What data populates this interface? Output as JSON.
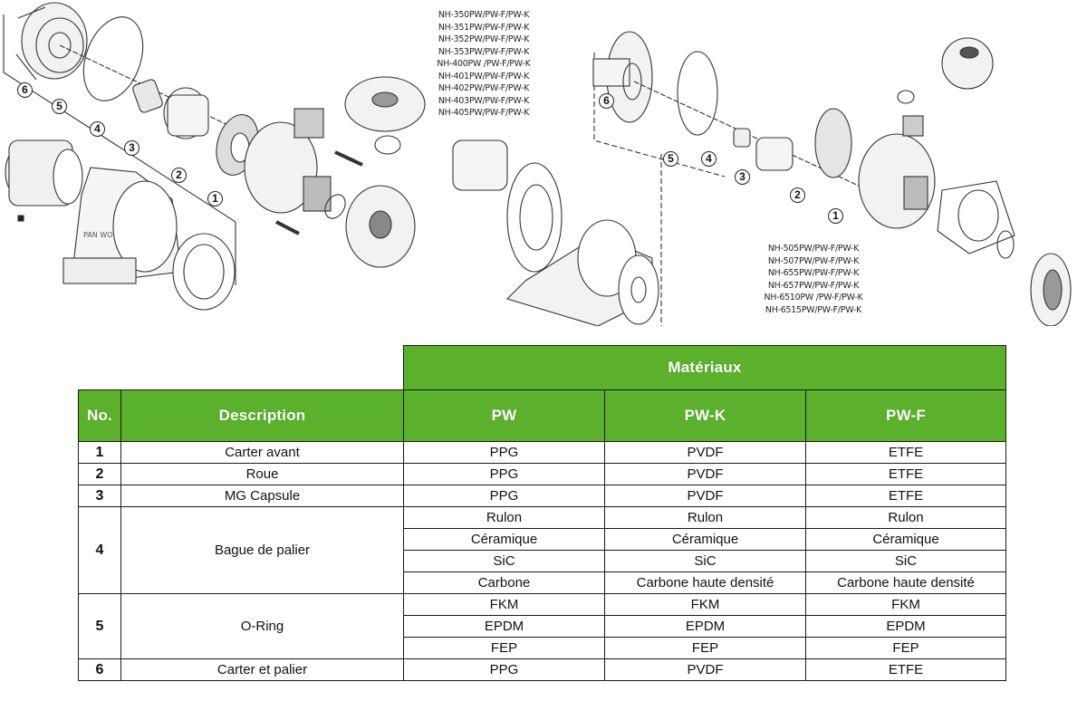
{
  "diagrams": {
    "left": {
      "models": [
        "NH-350PW/PW-F/PW-K",
        "NH-351PW/PW-F/PW-K",
        "NH-352PW/PW-F/PW-K",
        "NH-353PW/PW-F/PW-K",
        "NH-400PW /PW-F/PW-K",
        "NH-401PW/PW-F/PW-K",
        "NH-402PW/PW-F/PW-K",
        "NH-403PW/PW-F/PW-K",
        "NH-405PW/PW-F/PW-K"
      ],
      "motor_label": "PAN WO",
      "callouts": [
        "1",
        "2",
        "3",
        "4",
        "5",
        "6"
      ]
    },
    "right": {
      "models": [
        "NH-505PW/PW-F/PW-K",
        "NH-507PW/PW-F/PW-K",
        "NH-655PW/PW-F/PW-K",
        "NH-657PW/PW-F/PW-K",
        "NH-6510PW /PW-F/PW-K",
        "NH-6515PW/PW-F/PW-K"
      ],
      "callouts": [
        "1",
        "2",
        "3",
        "4",
        "5",
        "6"
      ]
    }
  },
  "table": {
    "group_header": "Matériaux",
    "columns": {
      "no": "No.",
      "description": "Description",
      "pw": "PW",
      "pwk": "PW-K",
      "pwf": "PW-F"
    },
    "header_color": "#5bb02c",
    "rows": [
      {
        "no": "1",
        "description": "Carter avant",
        "materials": [
          [
            "PPG",
            "PVDF",
            "ETFE"
          ]
        ]
      },
      {
        "no": "2",
        "description": "Roue",
        "materials": [
          [
            "PPG",
            "PVDF",
            "ETFE"
          ]
        ]
      },
      {
        "no": "3",
        "description": "MG Capsule",
        "materials": [
          [
            "PPG",
            "PVDF",
            "ETFE"
          ]
        ]
      },
      {
        "no": "4",
        "description": "Bague de palier",
        "materials": [
          [
            "Rulon",
            "Rulon",
            "Rulon"
          ],
          [
            "Céramique",
            "Céramique",
            "Céramique"
          ],
          [
            "SiC",
            "SiC",
            "SiC"
          ],
          [
            "Carbone",
            "Carbone haute densité",
            "Carbone haute densité"
          ]
        ]
      },
      {
        "no": "5",
        "description": "O-Ring",
        "materials": [
          [
            "FKM",
            "FKM",
            "FKM"
          ],
          [
            "EPDM",
            "EPDM",
            "EPDM"
          ],
          [
            "FEP",
            "FEP",
            "FEP"
          ]
        ]
      },
      {
        "no": "6",
        "description": "Carter et palier",
        "materials": [
          [
            "PPG",
            "PVDF",
            "ETFE"
          ]
        ]
      }
    ]
  }
}
